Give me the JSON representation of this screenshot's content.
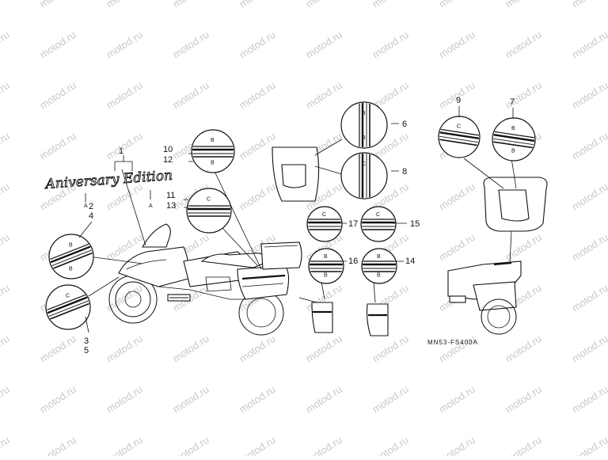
{
  "watermark": {
    "text": "motod.ru"
  },
  "logo": {
    "text": "Aniversary Edition"
  },
  "drawing_code": "MN53-FS400A",
  "callouts": {
    "n1": "1",
    "n2": "2",
    "n3": "3",
    "n4": "4",
    "n5": "5",
    "n6": "6",
    "n7": "7",
    "n8": "8",
    "n9": "9",
    "n10": "10",
    "n11": "11",
    "n12": "12",
    "n13": "13",
    "n14": "14",
    "n15": "15",
    "n16": "16",
    "n17": "17"
  },
  "letters": {
    "a": "A",
    "b": "B",
    "c": "C"
  }
}
